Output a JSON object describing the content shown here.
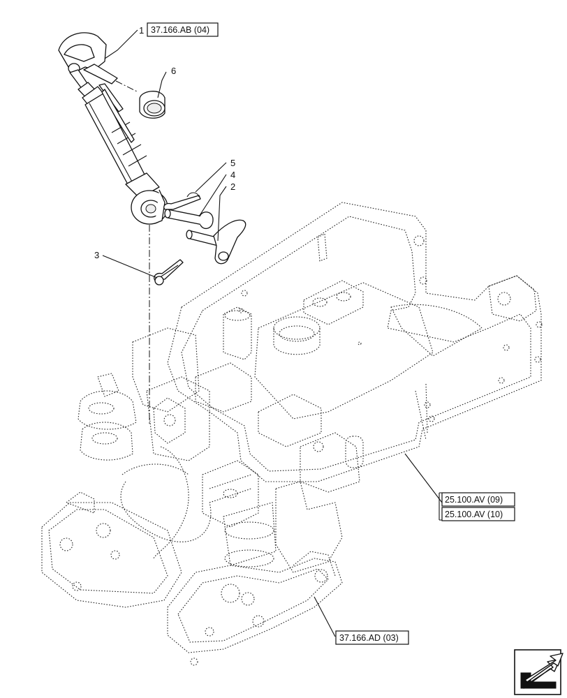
{
  "references": {
    "top_link_ref": "37.166.AB (04)",
    "frame_ref_1": "25.100.AV (09)",
    "frame_ref_2": "25.100.AV (10)",
    "hitch_ref": "37.166.AD (03)"
  },
  "callouts": {
    "c1": "1",
    "c2": "2",
    "c3": "3",
    "c4": "4",
    "c5": "5",
    "c6": "6"
  },
  "nav_icon": "next-page-arrow-icon"
}
